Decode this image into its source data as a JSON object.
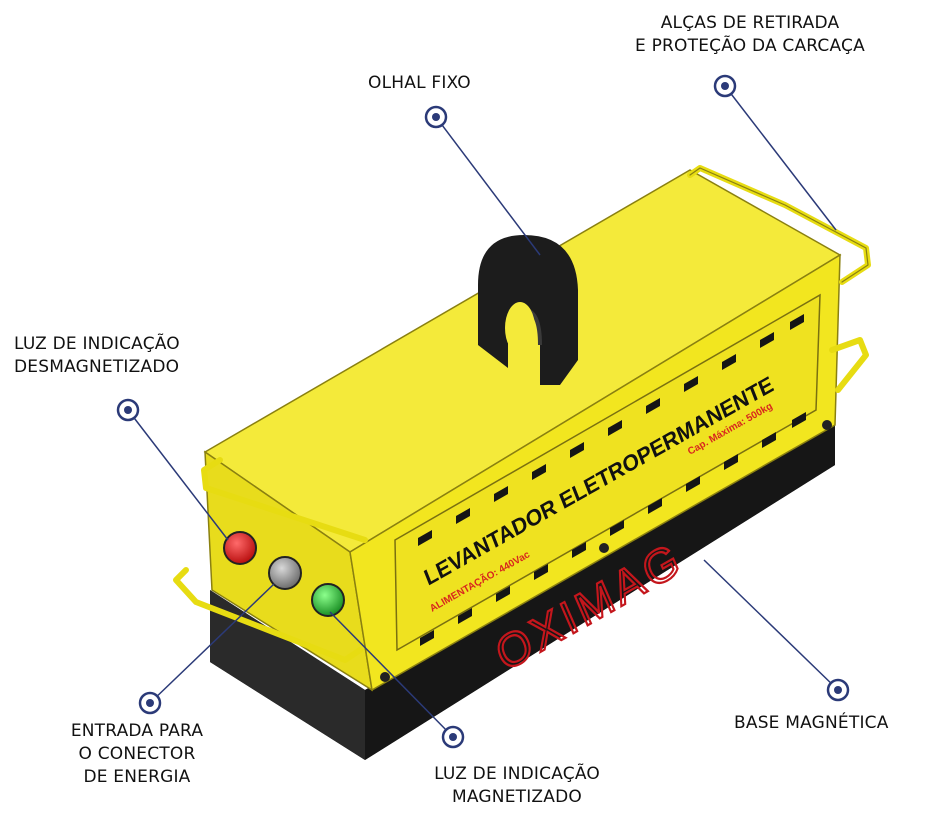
{
  "labels": {
    "olhal": "OLHAL FIXO",
    "alcas": [
      "ALÇAS DE RETIRADA",
      "E PROTEÇÃO DA CARCAÇA"
    ],
    "luz_desmag": [
      "LUZ DE INDICAÇÃO",
      "DESMAGNETIZADO"
    ],
    "entrada": [
      "ENTRADA PARA",
      "O CONECTOR",
      "DE ENERGIA"
    ],
    "luz_mag": [
      "LUZ DE INDICAÇÃO",
      "MAGNETIZADO"
    ],
    "base": "BASE MAGNÉTICA"
  },
  "product": {
    "title": "LEVANTADOR ELETROPERMANENTE",
    "alimentacao": "ALIMENTAÇÃO: 440Vac",
    "capacidade": "Cap. Máxima: 500kg",
    "brand": "OXIMAG"
  },
  "colors": {
    "yellow": "#f2e61f",
    "yellow_dark": "#cfc21a",
    "yellow_light": "#fff27a",
    "black_base": "#1e1e1e",
    "callout": "#2b3a78",
    "red_light": "#e21b1b",
    "gray_connector": "#9a9a9a",
    "green_light": "#2fbf3b",
    "red_text": "#d8261d",
    "brand_red": "#c4161c"
  }
}
